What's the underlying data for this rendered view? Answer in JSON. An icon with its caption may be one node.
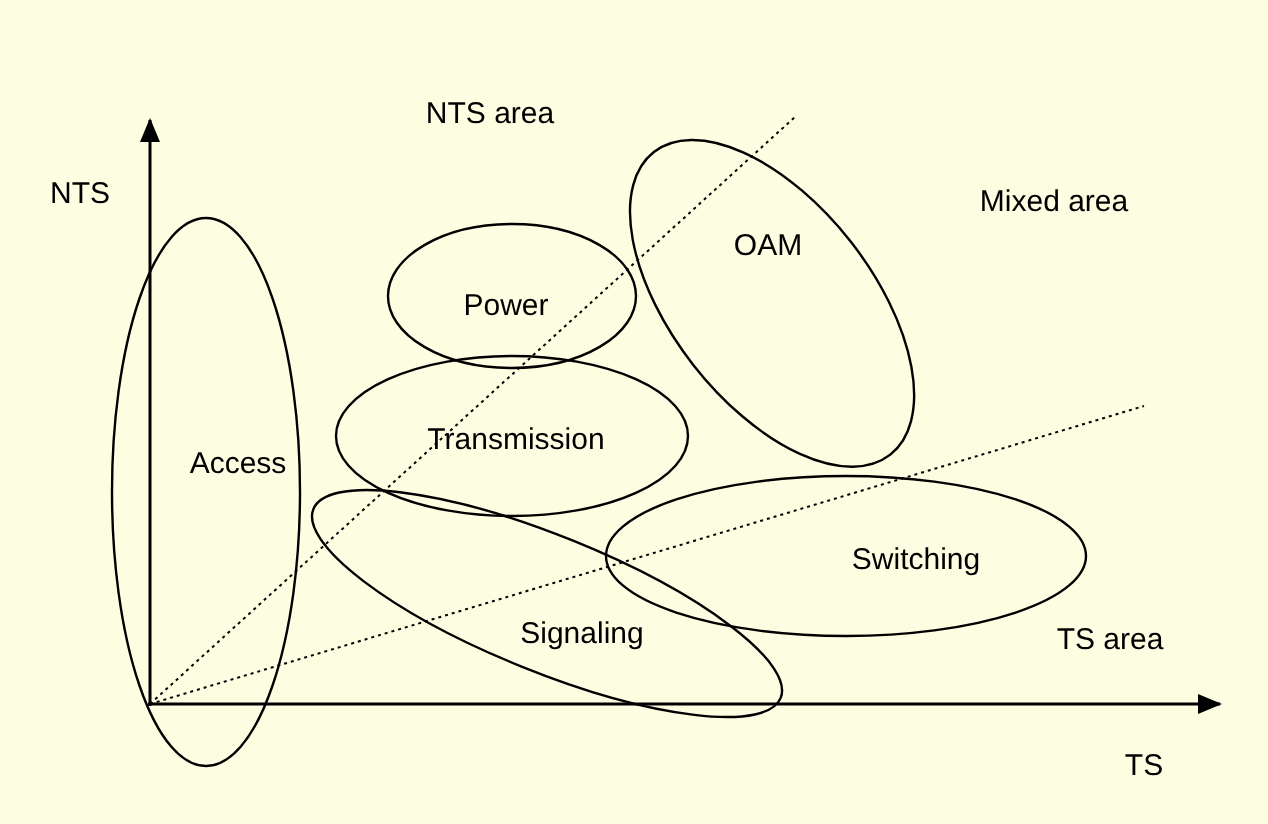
{
  "diagram": {
    "nodes": [
      {
        "text": [
          "Access"
        ]
      },
      {
        "text": [
          "Power"
        ]
      },
      {
        "text": [
          "OAM"
        ]
      },
      {
        "text": [
          "Transmission"
        ]
      },
      {
        "text": [
          "Switching"
        ]
      },
      {
        "text": [
          "Signaling"
        ]
      }
    ],
    "labels": [
      "NTS",
      "NTS area",
      "Mixed area",
      "TS area",
      "TS"
    ]
  }
}
